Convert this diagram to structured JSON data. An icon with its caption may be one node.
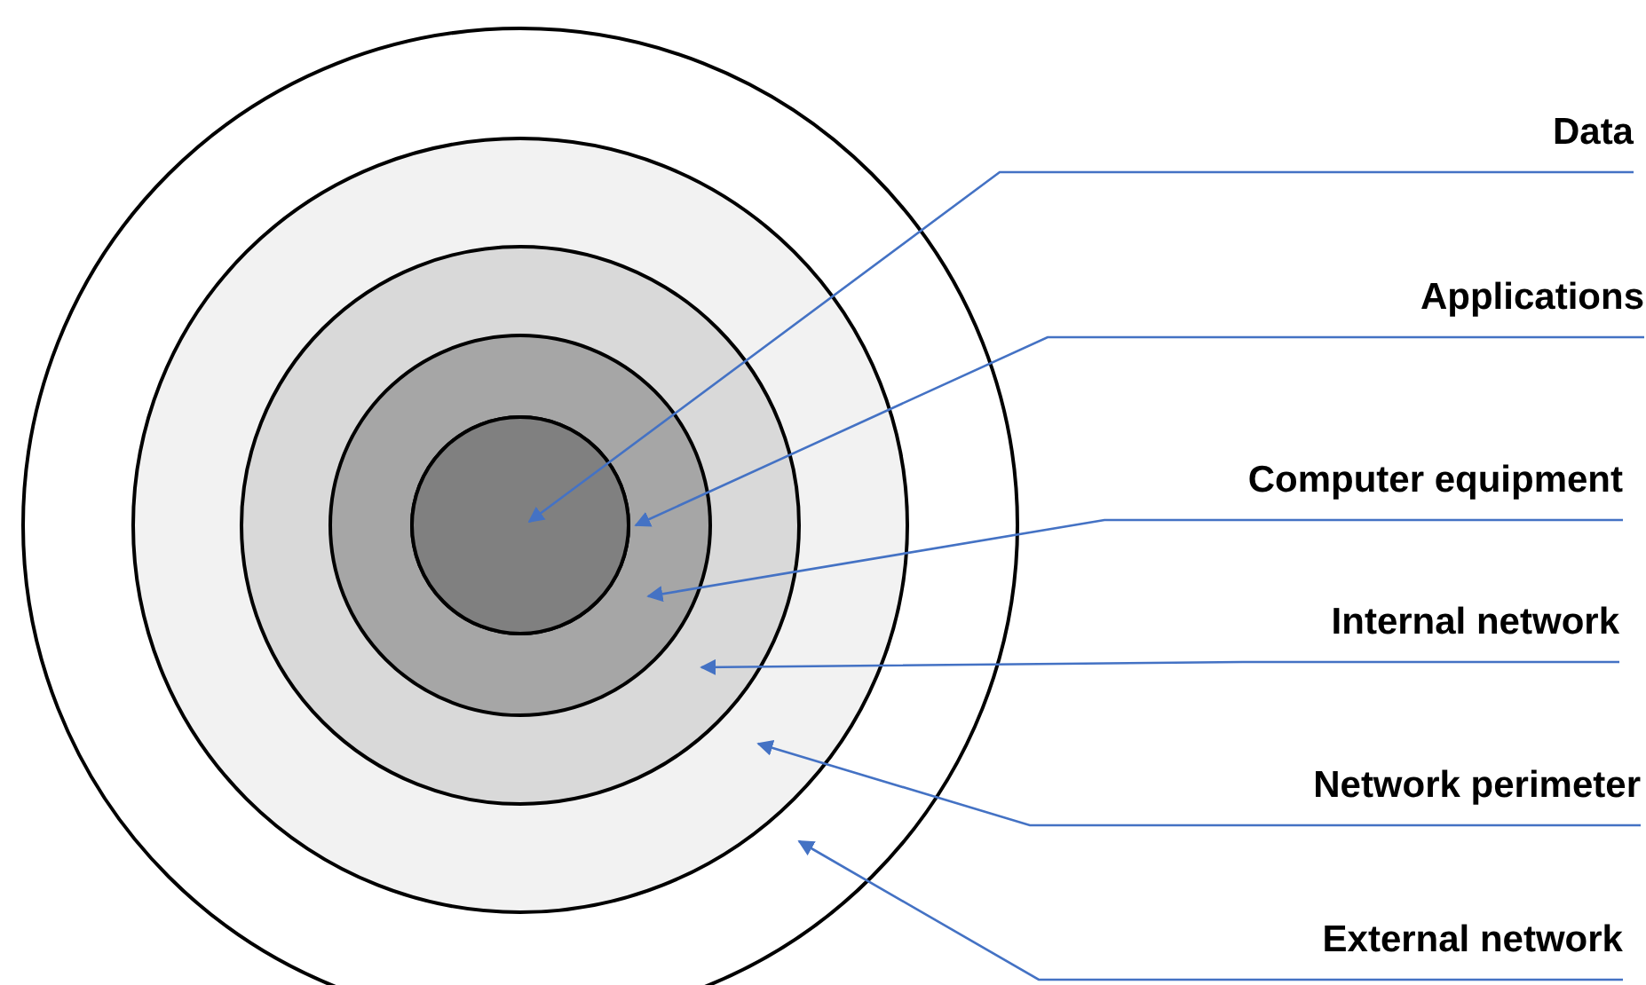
{
  "diagram": {
    "nodes": [
      {
        "text": [],
        "shape": "circle"
      },
      {
        "text": [],
        "shape": "circle",
        "in": 0
      },
      {
        "text": [],
        "shape": "circle",
        "in": 1
      },
      {
        "text": [],
        "shape": "circle",
        "in": 2
      },
      {
        "text": [],
        "shape": "circle",
        "in": 3
      },
      {
        "text": [],
        "shape": "circle",
        "in": 4
      },
      {
        "text": [
          "Data"
        ]
      },
      {
        "text": [
          "Applications"
        ]
      },
      {
        "text": [
          "Computer equipment"
        ]
      },
      {
        "text": [
          "Internal network"
        ]
      },
      {
        "text": [
          "Network perimeter"
        ]
      },
      {
        "text": [
          "External network"
        ]
      }
    ],
    "edges": [
      {
        "from": 6,
        "to": 5,
        "arrow": "to"
      },
      {
        "from": 7,
        "to": 4,
        "arrow": "to"
      },
      {
        "from": 8,
        "to": 3,
        "arrow": "to"
      },
      {
        "from": 9,
        "to": 2,
        "arrow": "to"
      },
      {
        "from": 10,
        "to": 1,
        "arrow": "to"
      },
      {
        "from": 11,
        "to": 0,
        "arrow": "to"
      }
    ]
  }
}
